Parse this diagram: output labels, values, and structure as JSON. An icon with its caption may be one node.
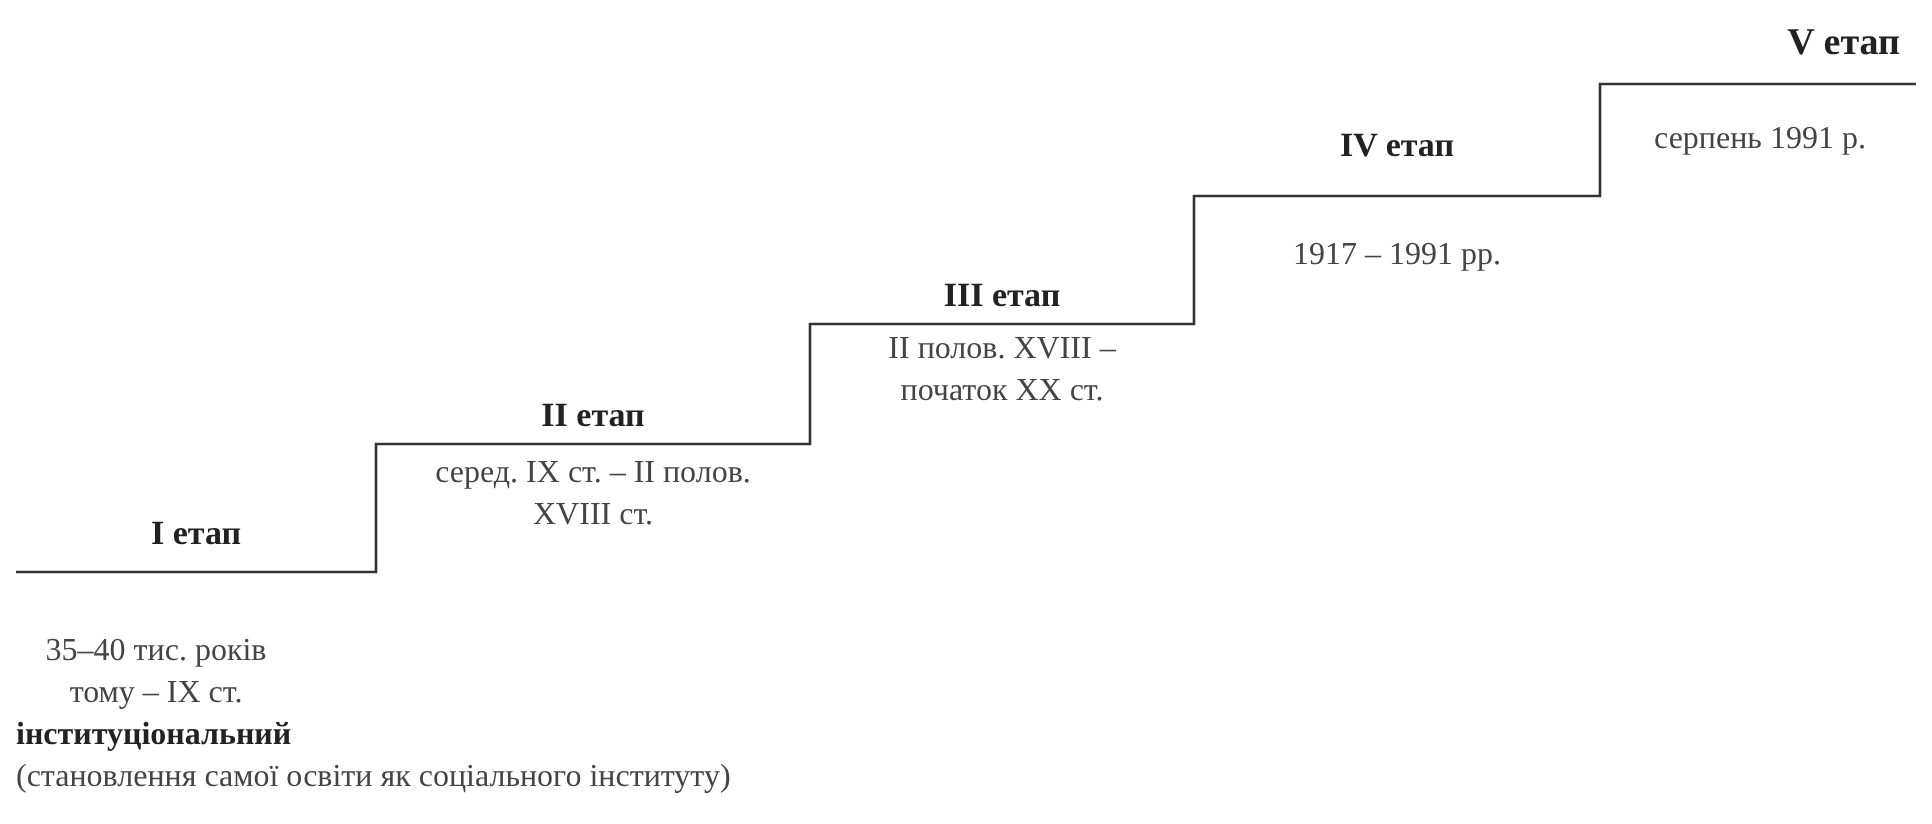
{
  "diagram": {
    "nodes": [
      {
        "text": [
          "I етап",
          "35–40 тис. років тому – IX ст.",
          "інституціональний",
          "(становлення самої освіти як соціального інституту)"
        ]
      },
      {
        "text": [
          "II етап",
          "серед. IX ст. – II полов. XVIII ст."
        ]
      },
      {
        "text": [
          "III етап",
          "II полов. XVIII – початок XX ст."
        ]
      },
      {
        "text": [
          "IV етап",
          "1917 – 1991 рр."
        ]
      },
      {
        "text": [
          "V етап",
          "серпень 1991 р."
        ]
      }
    ]
  }
}
